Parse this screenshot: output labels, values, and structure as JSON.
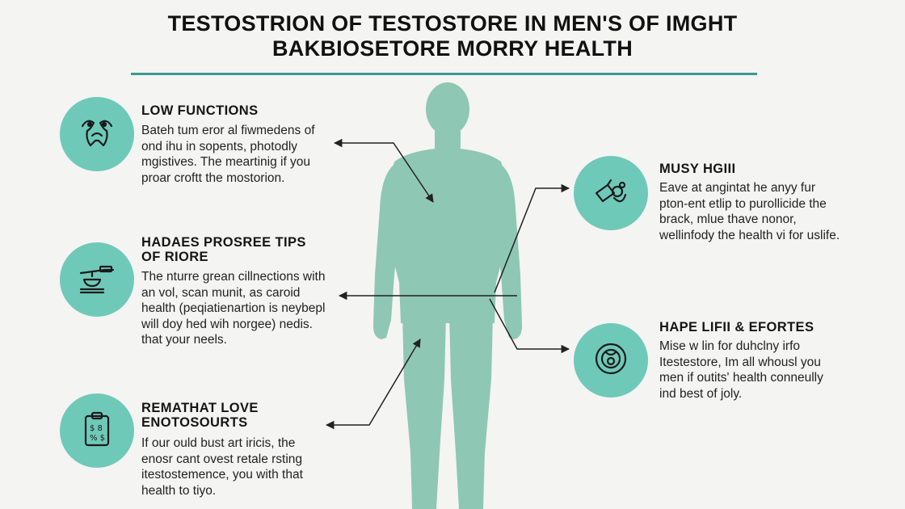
{
  "title": {
    "line1": "TESTOSTRION OF TESTOSTORE IN MEN'S OF IMGHT",
    "line2": "BAKBIOSETORE MORRY HEALTH"
  },
  "colors": {
    "accent": "#6fc9b9",
    "figure": "#8fc7b5",
    "divider": "#3a9a8e"
  },
  "left_panels": [
    {
      "icon": "two-figures-icon",
      "heading": "LOW FUNCTIONS",
      "body": "Bateh tum eror al fiwmedens of\nond ihu in sopents, photodly\nmgistives. The meartinig if you\nproar croftt the mostorion."
    },
    {
      "icon": "scale-icon",
      "heading": "HADAES PROSREE TIPS\nOF RIORE",
      "body": "The nturre grean cillnections with\nan vol, scan munit, as caroid\nhealth (peqiatienartion is neybepl\nwill doy hed wih norgee) nedis.\nthat your neels."
    },
    {
      "icon": "clipboard-icon",
      "heading": "REMATHAT LOVE\nENOTOSOURTS",
      "body": "If our ould bust art iricis, the\nenosr cant ovest retale rsting\nitestostemence, you with that\nhealth to tiyo."
    }
  ],
  "right_panels": [
    {
      "icon": "pill-icon",
      "heading": "MUSY HGIII",
      "body": "Eave at angintat he anyy fur\npton-ent etlip to purollicide the\nbrack, mlue thave nonor,\nwellinfody the health vi for uslife."
    },
    {
      "icon": "target-icon",
      "heading": "HAPE LIFII & EFORTES",
      "body": "Mise w lin for duhclny irfo\nItestestore, Im all whousl you\nmen if outits' health conneully\nind best of joly."
    }
  ]
}
